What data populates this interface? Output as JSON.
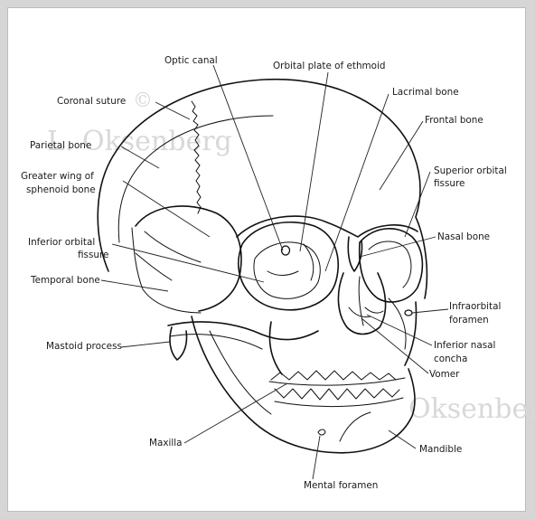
{
  "watermark": {
    "line1": "©",
    "line2": "L. Oksenberg",
    "line3": "Oksenberg"
  },
  "labels": [
    {
      "id": "optic-canal",
      "text": "Optic canal"
    },
    {
      "id": "orbital-plate",
      "text": "Orbital plate of ethmoid"
    },
    {
      "id": "lacrimal",
      "text": "Lacrimal bone"
    },
    {
      "id": "coronal",
      "text": "Coronal suture"
    },
    {
      "id": "frontal",
      "text": "Frontal bone"
    },
    {
      "id": "parietal",
      "text": "Parietal bone"
    },
    {
      "id": "sup-orbital-1",
      "text": "Superior orbital"
    },
    {
      "id": "sup-orbital-2",
      "text": "fissure"
    },
    {
      "id": "greater-wing-1",
      "text": "Greater wing of"
    },
    {
      "id": "greater-wing-2",
      "text": "sphenoid bone"
    },
    {
      "id": "nasal",
      "text": "Nasal bone"
    },
    {
      "id": "inf-orbital-1",
      "text": "Inferior orbital"
    },
    {
      "id": "inf-orbital-2",
      "text": "fissure"
    },
    {
      "id": "temporal",
      "text": "Temporal bone"
    },
    {
      "id": "infraorbital-1",
      "text": "Infraorbital"
    },
    {
      "id": "infraorbital-2",
      "text": "foramen"
    },
    {
      "id": "mastoid",
      "text": "Mastoid process"
    },
    {
      "id": "inf-nasal-1",
      "text": "Inferior nasal"
    },
    {
      "id": "inf-nasal-2",
      "text": "concha"
    },
    {
      "id": "vomer",
      "text": "Vomer"
    },
    {
      "id": "maxilla",
      "text": "Maxilla"
    },
    {
      "id": "mandible",
      "text": "Mandible"
    },
    {
      "id": "mental",
      "text": "Mental foramen"
    }
  ]
}
